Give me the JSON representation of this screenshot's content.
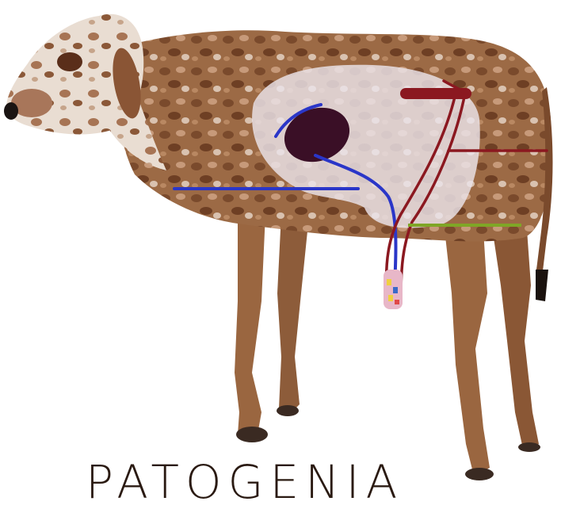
{
  "title": "PATOGENIA",
  "colors": {
    "background": "#ffffff",
    "calf_coat": "#9a6640",
    "calf_light": "#efe6df",
    "liver": "#3a0f26",
    "vein_blue": "#2a36c8",
    "artery_red": "#8b1820",
    "line_green": "#7fa626",
    "abdomen_overlay": "#e6dde6",
    "title_text": "#2a1a12"
  },
  "illustration": {
    "subject": "calf",
    "organs": [
      "liver-icon",
      "umbilical-cord-icon"
    ],
    "vessels": [
      "umbilical-vein",
      "umbilical-arteries"
    ]
  }
}
